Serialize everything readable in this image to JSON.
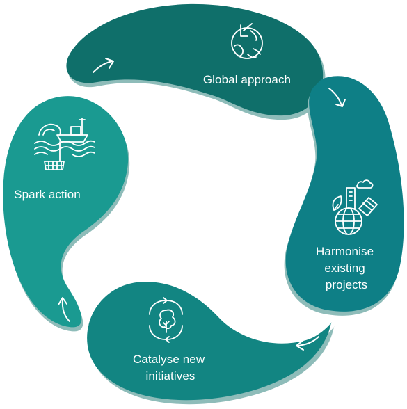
{
  "colors": {
    "teal_dark": "#0f6f6a",
    "teal_mid": "#128582",
    "teal_blue": "#0e7f86",
    "teal_light": "#1a9a91",
    "shadow": "#8ebcb9",
    "white": "#ffffff"
  },
  "cycle": {
    "steps": [
      {
        "label_lines": [
          "Global approach"
        ],
        "icon": "globe-with-lifecycle-icon"
      },
      {
        "label_lines": [
          "Harmonise",
          "existing",
          "projects"
        ],
        "icon": "globe-city-icon"
      },
      {
        "label_lines": [
          "Catalyse new",
          "initiatives"
        ],
        "icon": "tree-cycle-icon"
      },
      {
        "label_lines": [
          "Spark action"
        ],
        "icon": "ship-net-icon"
      }
    ],
    "arrows": [
      "arrow-right-icon",
      "arrow-down-right-icon",
      "arrow-left-icon",
      "arrow-up-icon"
    ]
  }
}
